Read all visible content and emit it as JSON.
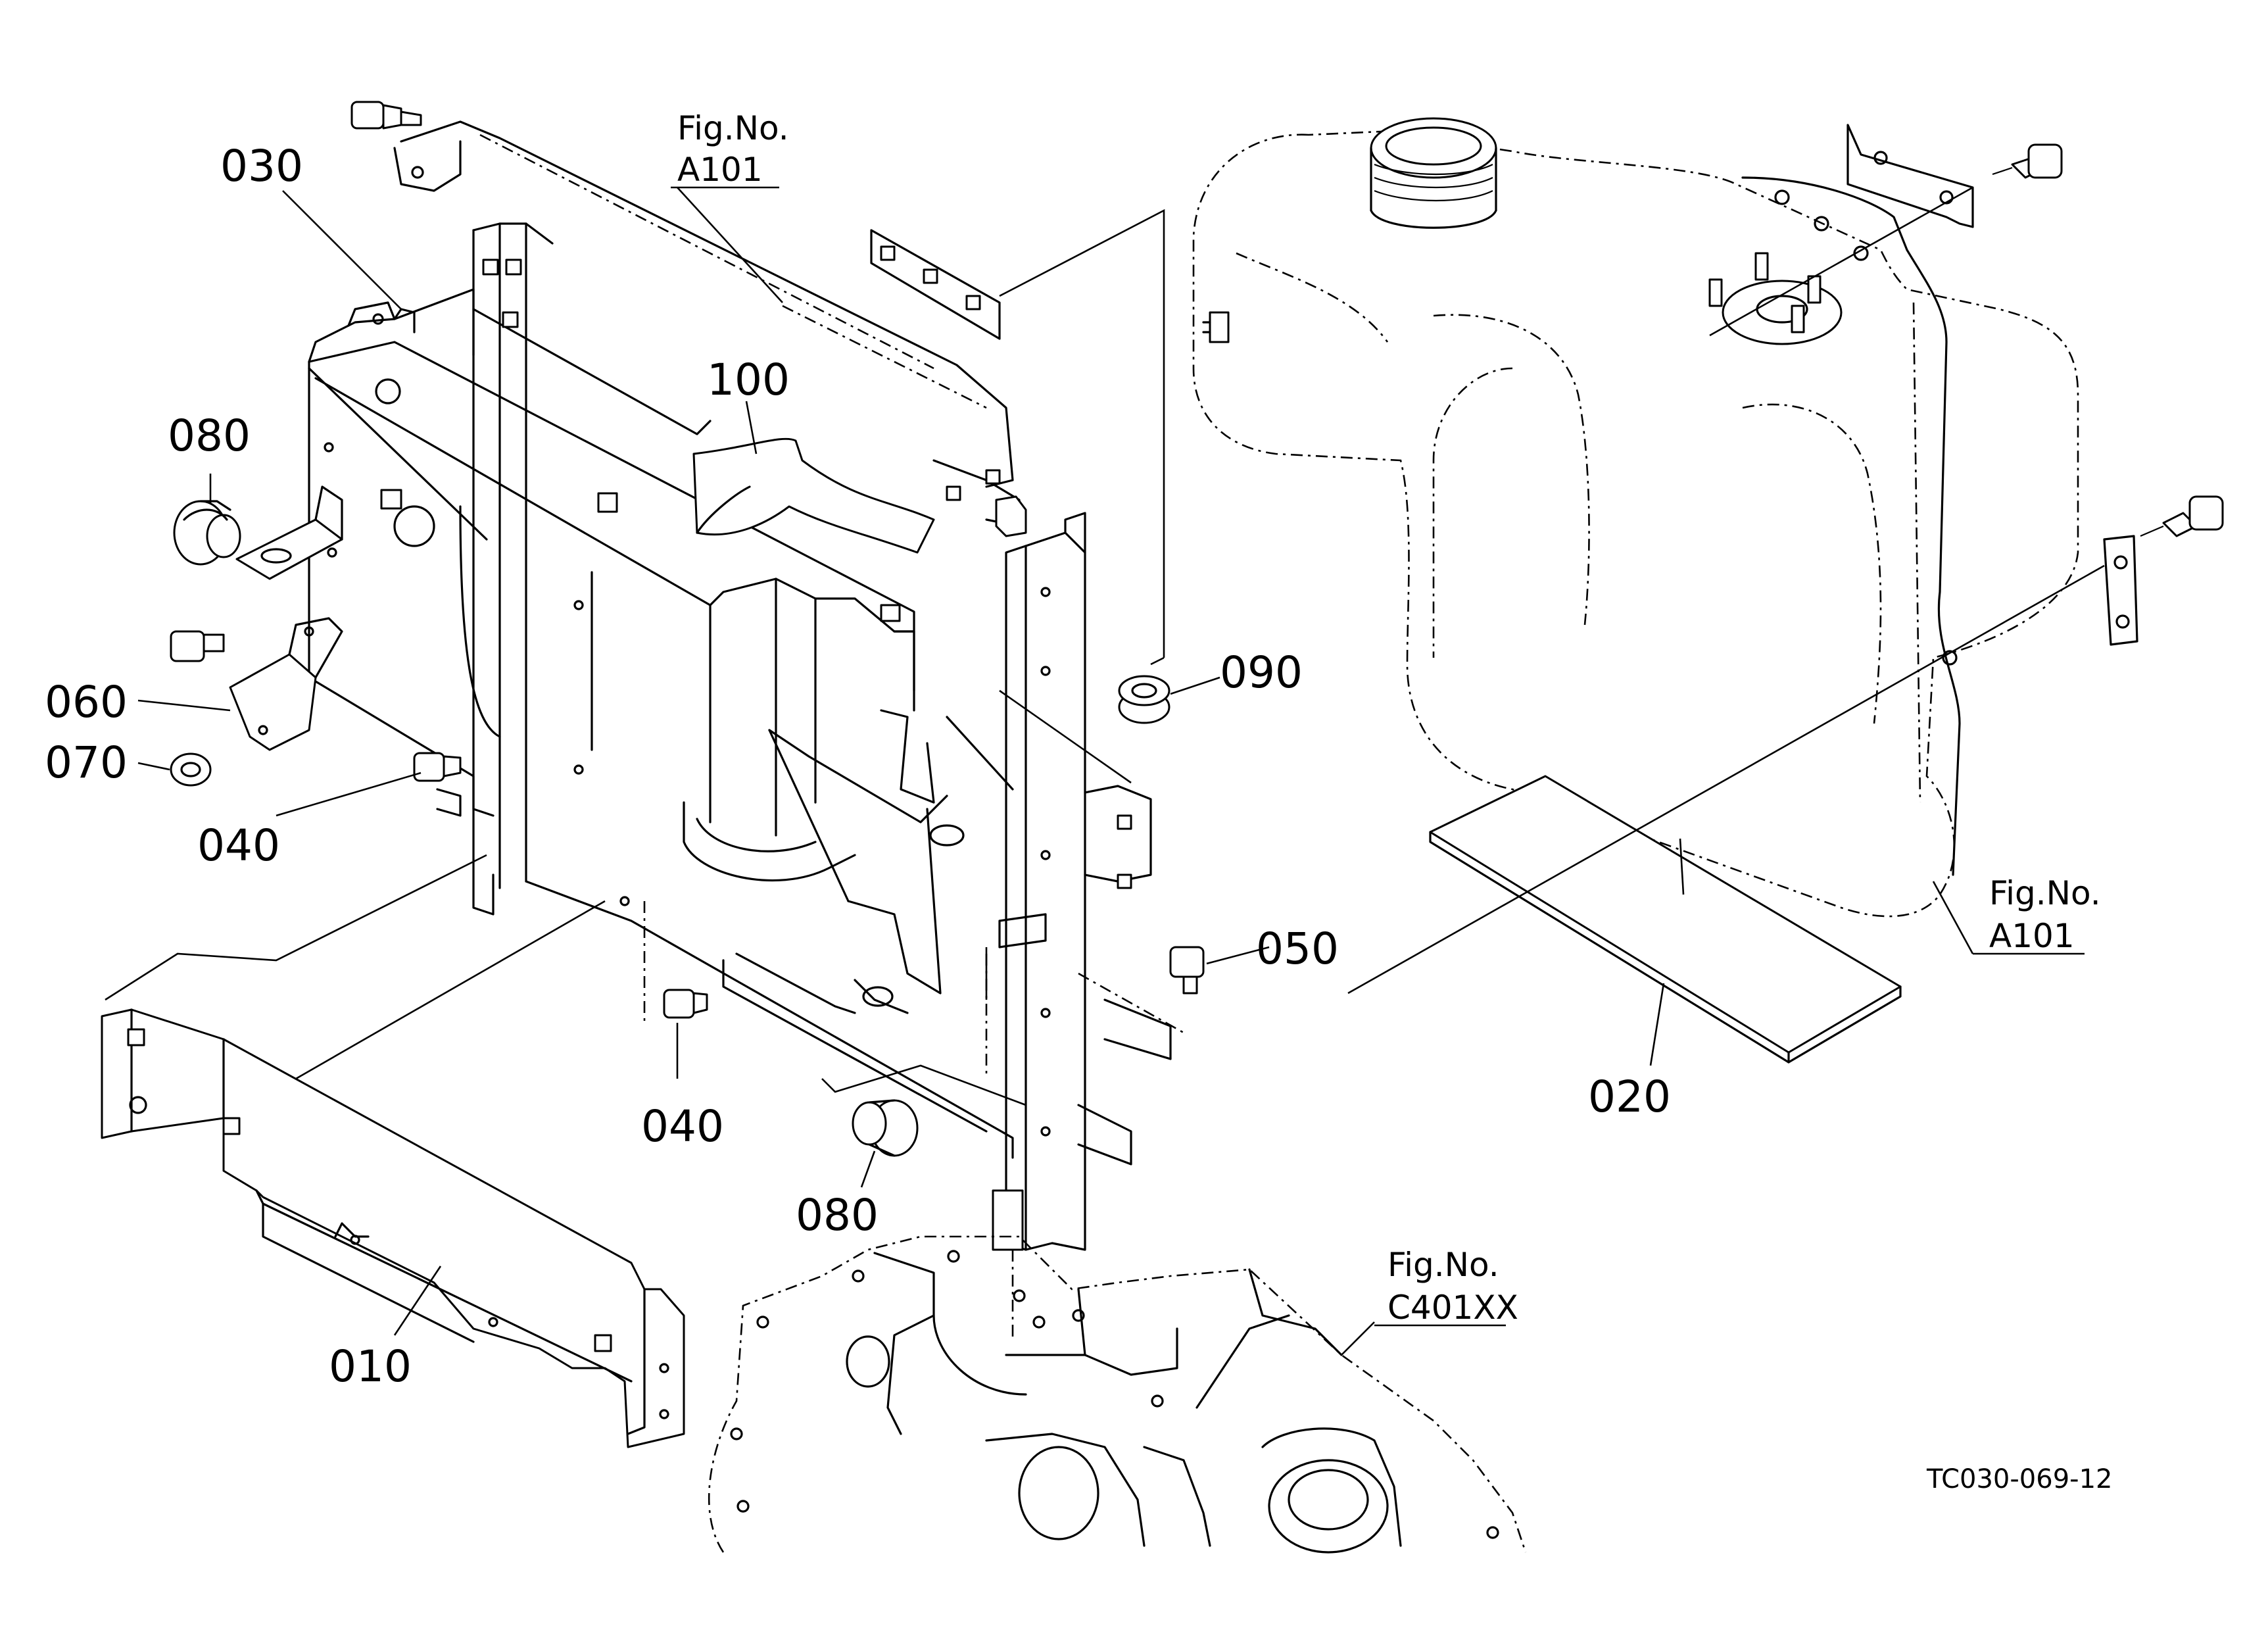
{
  "parts": [
    {
      "id": "p010",
      "label": "010"
    },
    {
      "id": "p020",
      "label": "020"
    },
    {
      "id": "p030",
      "label": "030"
    },
    {
      "id": "p040a",
      "label": "040"
    },
    {
      "id": "p040b",
      "label": "040"
    },
    {
      "id": "p050",
      "label": "050"
    },
    {
      "id": "p060",
      "label": "060"
    },
    {
      "id": "p070",
      "label": "070"
    },
    {
      "id": "p080a",
      "label": "080"
    },
    {
      "id": "p080b",
      "label": "080"
    },
    {
      "id": "p090",
      "label": "090"
    },
    {
      "id": "p100",
      "label": "100"
    }
  ],
  "figure_refs": [
    {
      "id": "ref-a101-top",
      "prefix": "Fig.No.",
      "code": "A101"
    },
    {
      "id": "ref-a101-right",
      "prefix": "Fig.No.",
      "code": "A101"
    },
    {
      "id": "ref-c401xx",
      "prefix": "Fig.No.",
      "code": "C401XX"
    }
  ],
  "drawing_code": "TC030-069-12"
}
